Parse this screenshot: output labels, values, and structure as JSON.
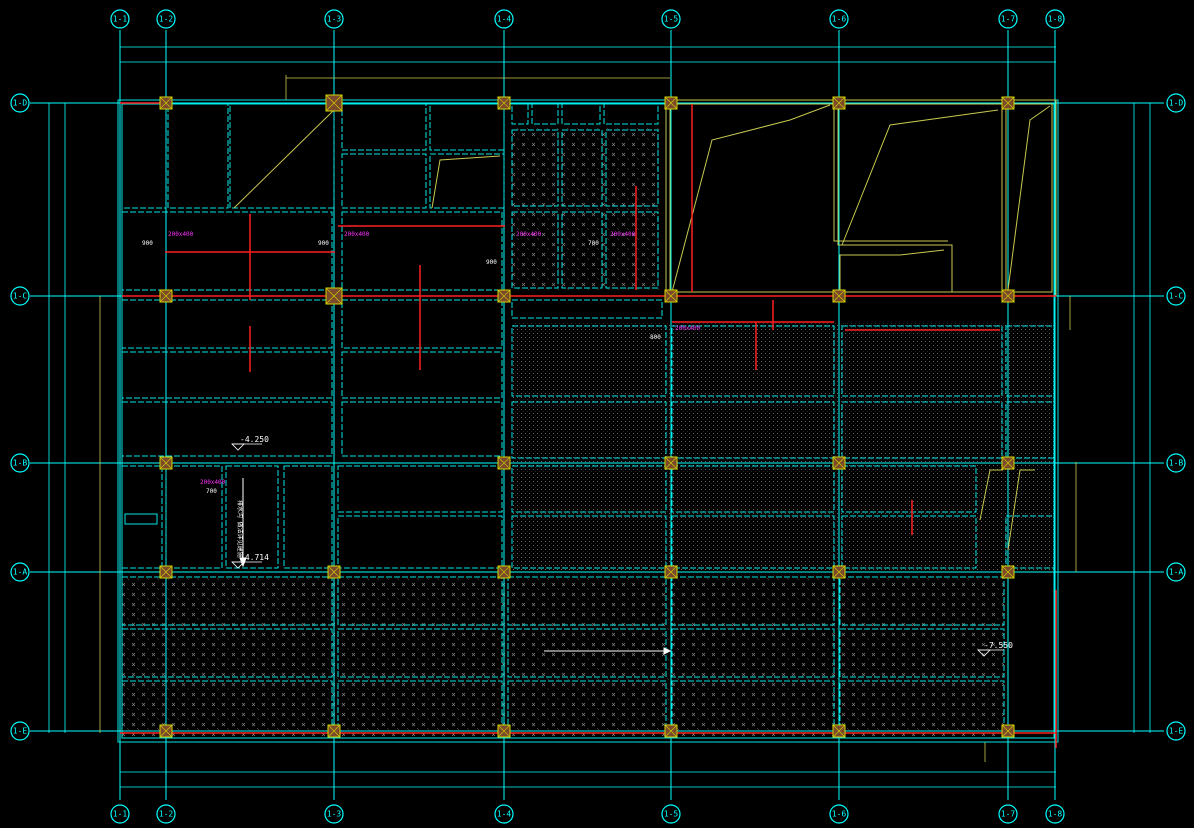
{
  "colors": {
    "background": "#000000",
    "axis": "#00ffff",
    "beam": "#ff2020",
    "column": "#d4d400",
    "column_fill": "#7a4a2a",
    "slab_hatch": "#9a9a9a",
    "wall": "#c8c850",
    "annotation": "#ff33ff",
    "text": "#ffffff"
  },
  "axes": {
    "columns_top": [
      "1-1",
      "1-2",
      "1-3",
      "1-4",
      "1-5",
      "1-6",
      "1-7",
      "1-8"
    ],
    "columns_bottom": [
      "1-1",
      "1-2",
      "1-3",
      "1-4",
      "1-5",
      "1-6",
      "1-7",
      "1-8"
    ],
    "rows_left": [
      "1-D",
      "1-C",
      "1-B",
      "1-A",
      "1-E"
    ],
    "rows_right": [
      "1-D",
      "1-C",
      "1-B",
      "1-A",
      "1-E"
    ]
  },
  "level_marks": [
    "-4.250",
    "-4.714",
    "-7.550"
  ],
  "beam_labels": [
    {
      "name": "200x400",
      "dim": "900"
    },
    {
      "name": "200x400",
      "dim": "900"
    },
    {
      "name": "200x400",
      "dim": "900"
    },
    {
      "name": "200x400",
      "dim": "700"
    },
    {
      "name": "200x400",
      "dim": "700"
    },
    {
      "name": "200x400",
      "dim": "800"
    }
  ],
  "vertical_note": "排水沟 做法详见建施"
}
